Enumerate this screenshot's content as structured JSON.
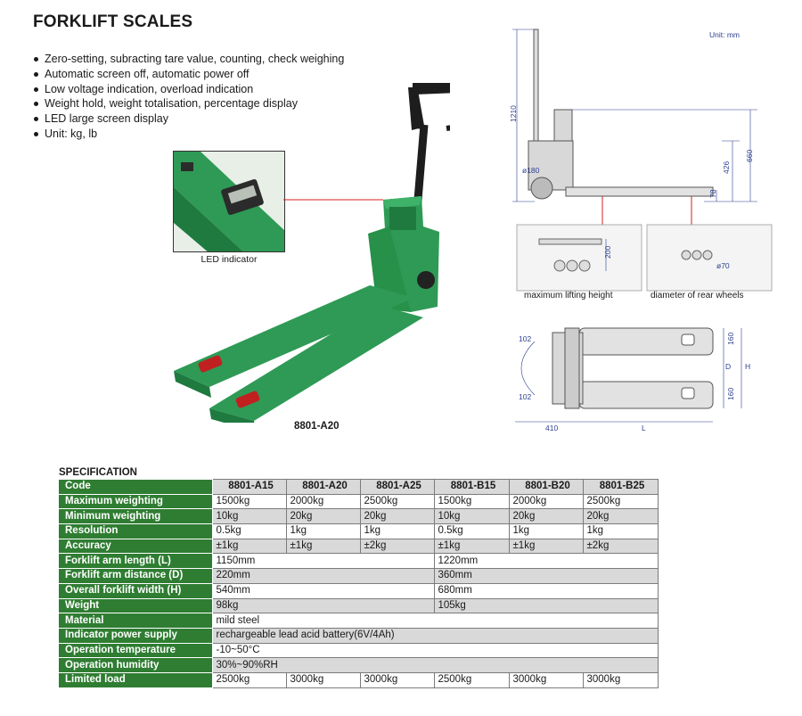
{
  "title": "FORKLIFT SCALES",
  "features": [
    "Zero-setting, subracting tare value, counting, check weighing",
    "Automatic screen off, automatic power off",
    "Low voltage indication, overload indication",
    "Weight hold, weight totalisation, percentage display",
    "LED large screen display",
    "Unit: kg, lb"
  ],
  "inset_caption": "LED indicator",
  "model_label": "8801-A20",
  "drawing": {
    "unit_note": "Unit: mm",
    "dims": {
      "total_height": "1210",
      "handle_height": "660",
      "fork_height": "426",
      "min_height": "78",
      "front_wheel": "ø180",
      "lift": "200",
      "rear_wheel": "ø70",
      "top_offset": "102",
      "bottom_offset": "102",
      "arm_width_top": "160",
      "arm_width_bottom": "160",
      "d": "D",
      "h": "H",
      "rear_len": "410",
      "l": "L"
    },
    "captions": {
      "lifting": "maximum lifting height",
      "wheels": "diameter of rear wheels"
    }
  },
  "spec": {
    "title": "SPECIFICATION",
    "rows": [
      {
        "label": "Code",
        "cells": [
          {
            "v": "8801-A15",
            "span": 1
          },
          {
            "v": "8801-A20",
            "span": 1
          },
          {
            "v": "8801-A25",
            "span": 1
          },
          {
            "v": "8801-B15",
            "span": 1
          },
          {
            "v": "8801-B20",
            "span": 1
          },
          {
            "v": "8801-B25",
            "span": 1
          }
        ]
      },
      {
        "label": "Maximum weighting",
        "cells": [
          {
            "v": "1500kg",
            "span": 1
          },
          {
            "v": "2000kg",
            "span": 1
          },
          {
            "v": "2500kg",
            "span": 1
          },
          {
            "v": "1500kg",
            "span": 1
          },
          {
            "v": "2000kg",
            "span": 1
          },
          {
            "v": "2500kg",
            "span": 1
          }
        ]
      },
      {
        "label": "Minimum weighting",
        "cells": [
          {
            "v": "10kg",
            "span": 1
          },
          {
            "v": "20kg",
            "span": 1
          },
          {
            "v": "20kg",
            "span": 1
          },
          {
            "v": "10kg",
            "span": 1
          },
          {
            "v": "20kg",
            "span": 1
          },
          {
            "v": "20kg",
            "span": 1
          }
        ]
      },
      {
        "label": "Resolution",
        "cells": [
          {
            "v": "0.5kg",
            "span": 1
          },
          {
            "v": "1kg",
            "span": 1
          },
          {
            "v": "1kg",
            "span": 1
          },
          {
            "v": "0.5kg",
            "span": 1
          },
          {
            "v": "1kg",
            "span": 1
          },
          {
            "v": "1kg",
            "span": 1
          }
        ]
      },
      {
        "label": "Accuracy",
        "cells": [
          {
            "v": "±1kg",
            "span": 1
          },
          {
            "v": "±1kg",
            "span": 1
          },
          {
            "v": "±2kg",
            "span": 1
          },
          {
            "v": "±1kg",
            "span": 1
          },
          {
            "v": "±1kg",
            "span": 1
          },
          {
            "v": "±2kg",
            "span": 1
          }
        ]
      },
      {
        "label": "Forklift arm length (L)",
        "cells": [
          {
            "v": "1150mm",
            "span": 3
          },
          {
            "v": "1220mm",
            "span": 3
          }
        ]
      },
      {
        "label": "Forklift arm distance (D)",
        "cells": [
          {
            "v": "220mm",
            "span": 3
          },
          {
            "v": "360mm",
            "span": 3
          }
        ]
      },
      {
        "label": "Overall forklift width (H)",
        "cells": [
          {
            "v": "540mm",
            "span": 3
          },
          {
            "v": "680mm",
            "span": 3
          }
        ]
      },
      {
        "label": "Weight",
        "cells": [
          {
            "v": "98kg",
            "span": 3
          },
          {
            "v": "105kg",
            "span": 3
          }
        ]
      },
      {
        "label": "Material",
        "cells": [
          {
            "v": "mild steel",
            "span": 6
          }
        ]
      },
      {
        "label": "Indicator power supply",
        "cells": [
          {
            "v": "rechargeable lead acid battery(6V/4Ah)",
            "span": 6
          }
        ]
      },
      {
        "label": "Operation temperature",
        "cells": [
          {
            "v": "-10~50°C",
            "span": 6
          }
        ]
      },
      {
        "label": "Operation humidity",
        "cells": [
          {
            "v": "30%~90%RH",
            "span": 6
          }
        ]
      },
      {
        "label": "Limited load",
        "cells": [
          {
            "v": "2500kg",
            "span": 1
          },
          {
            "v": "3000kg",
            "span": 1
          },
          {
            "v": "3000kg",
            "span": 1
          },
          {
            "v": "2500kg",
            "span": 1
          },
          {
            "v": "3000kg",
            "span": 1
          },
          {
            "v": "3000kg",
            "span": 1
          }
        ]
      }
    ]
  },
  "colors": {
    "header_green": "#2f7d32",
    "truck_green": "#2e9a56",
    "dim_blue": "#2d3f8f",
    "callout_red": "#d32020"
  }
}
